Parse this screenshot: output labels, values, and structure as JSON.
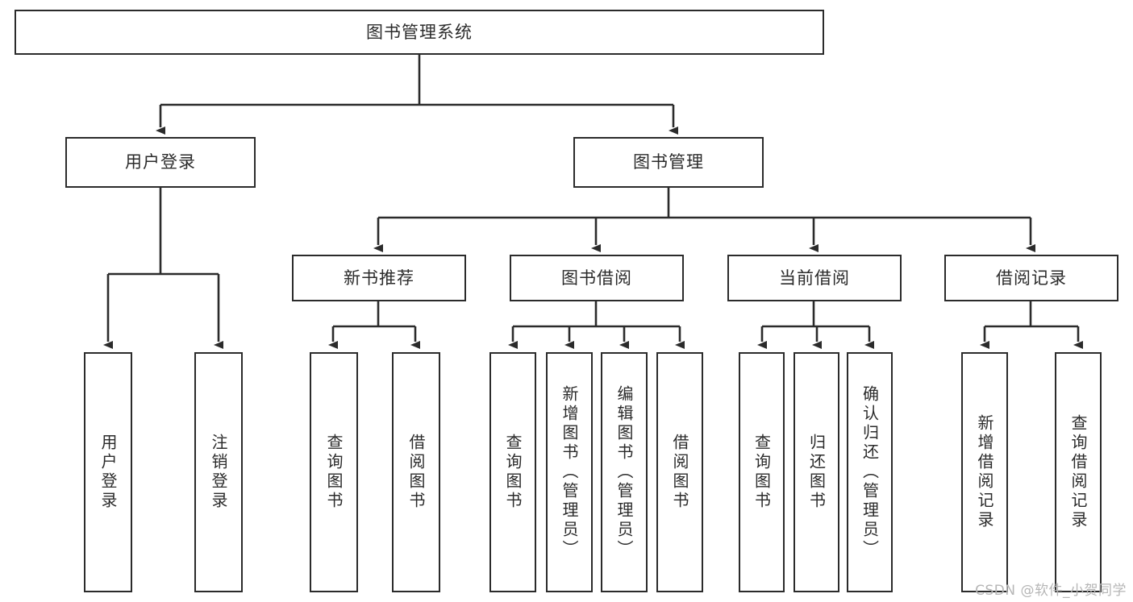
{
  "diagram": {
    "title": "图书管理系统",
    "type": "tree",
    "watermark": "CSDN @软件_小贺同学",
    "colors": {
      "box_border": "#2b2b2b",
      "box_fill": "#ffffff",
      "edge": "#2b2b2b",
      "text": "#2b2b2b",
      "watermark": "#b6b6b6",
      "background": "#ffffff"
    },
    "levels": {
      "root": {
        "label": "图书管理系统"
      },
      "level2": [
        {
          "label": "用户登录"
        },
        {
          "label": "图书管理"
        }
      ],
      "level3": [
        {
          "label": "新书推荐"
        },
        {
          "label": "图书借阅"
        },
        {
          "label": "当前借阅"
        },
        {
          "label": "借阅记录"
        }
      ],
      "leaves": {
        "user_login": [
          {
            "label": "用户登录"
          },
          {
            "label": "注销登录"
          }
        ],
        "new_book_recommend": [
          {
            "label": "查询图书"
          },
          {
            "label": "借阅图书"
          }
        ],
        "book_borrow": [
          {
            "label": "查询图书"
          },
          {
            "label": "新增图书（管理员）"
          },
          {
            "label": "编辑图书（管理员）"
          },
          {
            "label": "借阅图书"
          }
        ],
        "current_borrow": [
          {
            "label": "查询图书"
          },
          {
            "label": "归还图书"
          },
          {
            "label": "确认归还（管理员）"
          }
        ],
        "borrow_record": [
          {
            "label": "新增借阅记录"
          },
          {
            "label": "查询借阅记录"
          }
        ]
      }
    }
  }
}
